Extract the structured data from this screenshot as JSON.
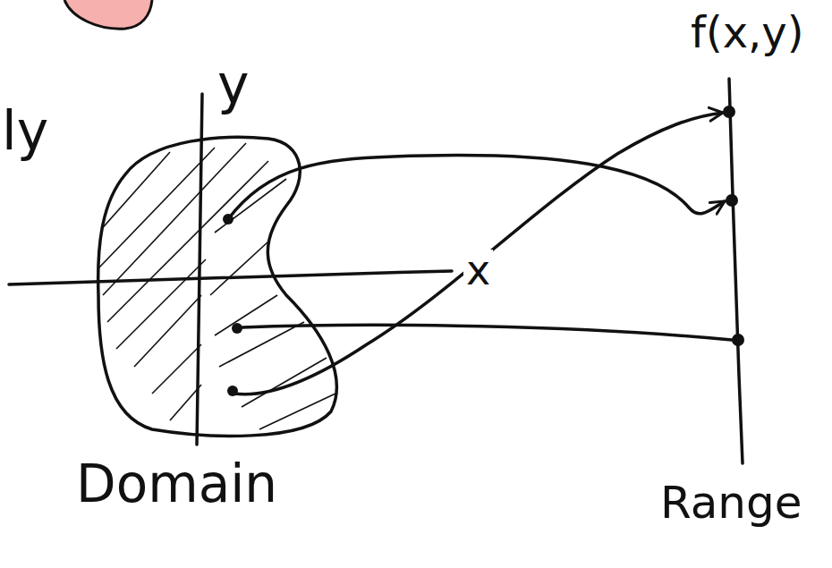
{
  "diagram": {
    "nodes": [
      {
        "text": [
          "Domain"
        ]
      },
      {
        "text": [
          "f(x,y)",
          "Range"
        ]
      }
    ],
    "edges": [
      {
        "from": 0,
        "to": 1,
        "arrow": "to"
      },
      {
        "from": 0,
        "to": 1,
        "arrow": "to"
      },
      {
        "from": 0,
        "to": 1,
        "arrow": "none"
      }
    ],
    "labels": [
      "ly",
      "y",
      "x"
    ]
  }
}
